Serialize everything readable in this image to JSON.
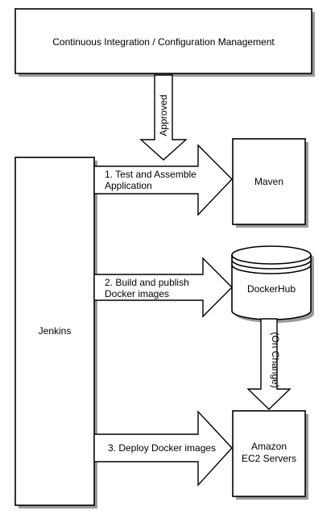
{
  "nodes": {
    "ci_cm": "Continuous Integration / Configuration Management",
    "jenkins": "Jenkins",
    "maven": "Maven",
    "dockerhub": "DockerHub",
    "amazon_line1": "Amazon",
    "amazon_line2": "EC2 Servers"
  },
  "edges": {
    "approved": "Approved",
    "step1_line1": "1. Test and Assemble",
    "step1_line2": "Application",
    "step2_line1": "2.  Build and publish",
    "step2_line2": "Docker images",
    "step3": "3.  Deploy Docker images",
    "on_change": "(On Change)"
  }
}
